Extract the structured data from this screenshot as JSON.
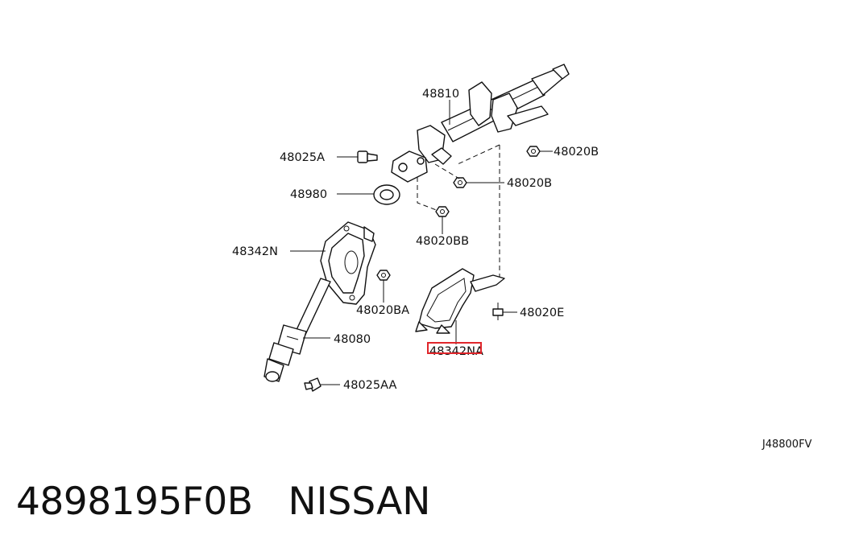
{
  "labels": {
    "l48810": "48810",
    "l48025A": "48025A",
    "l48980": "48980",
    "l48020B_1": "48020B",
    "l48020B_2": "48020B",
    "l48020BB": "48020BB",
    "l48342N": "48342N",
    "l48020BA": "48020BA",
    "l48080": "48080",
    "l48025AA": "48025AA",
    "l48020E": "48020E",
    "l48342NA": "48342NA",
    "code": "J48800FV"
  },
  "highlight": {
    "part": "48342NA",
    "color": "#e0262b"
  },
  "footer": {
    "part_number": "4898195F0B",
    "brand": "NISSAN"
  }
}
